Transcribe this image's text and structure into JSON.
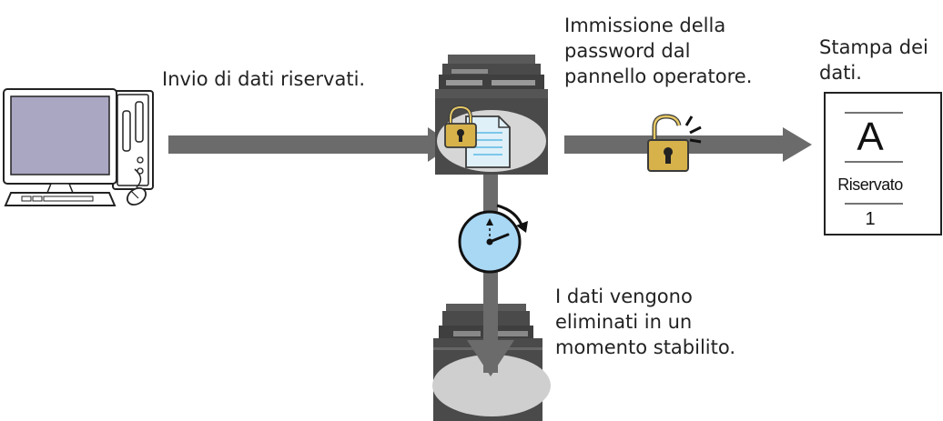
{
  "labels": {
    "send": "Invio di dati riservati.",
    "password": "Immissione della\npassword dal\npannello operatore.",
    "print": "Stampa dei\ndati.",
    "delete": "I dati vengono\neliminati in un\nmomento stabilito."
  },
  "document": {
    "letter": "A",
    "confidential": "Riservato",
    "number": "1"
  },
  "icons": {
    "computer": "computer-icon",
    "printer_top": "printer-icon",
    "printer_bottom": "printer-icon",
    "lock_closed": "lock-closed-icon",
    "lock_open": "lock-open-icon",
    "clock": "timer-clock-icon",
    "document": "document-icon",
    "printed_page": "printed-page-icon"
  },
  "colors": {
    "arrow": "#6b6b6b",
    "lock_gold": "#d7b24a",
    "clock_fill": "#a9d8f5",
    "doc_fill": "#dff0f9",
    "doc_lines": "#7cc7ea",
    "printer_dark": "#4a4a4a",
    "screen_fill": "#aaa7c2"
  }
}
